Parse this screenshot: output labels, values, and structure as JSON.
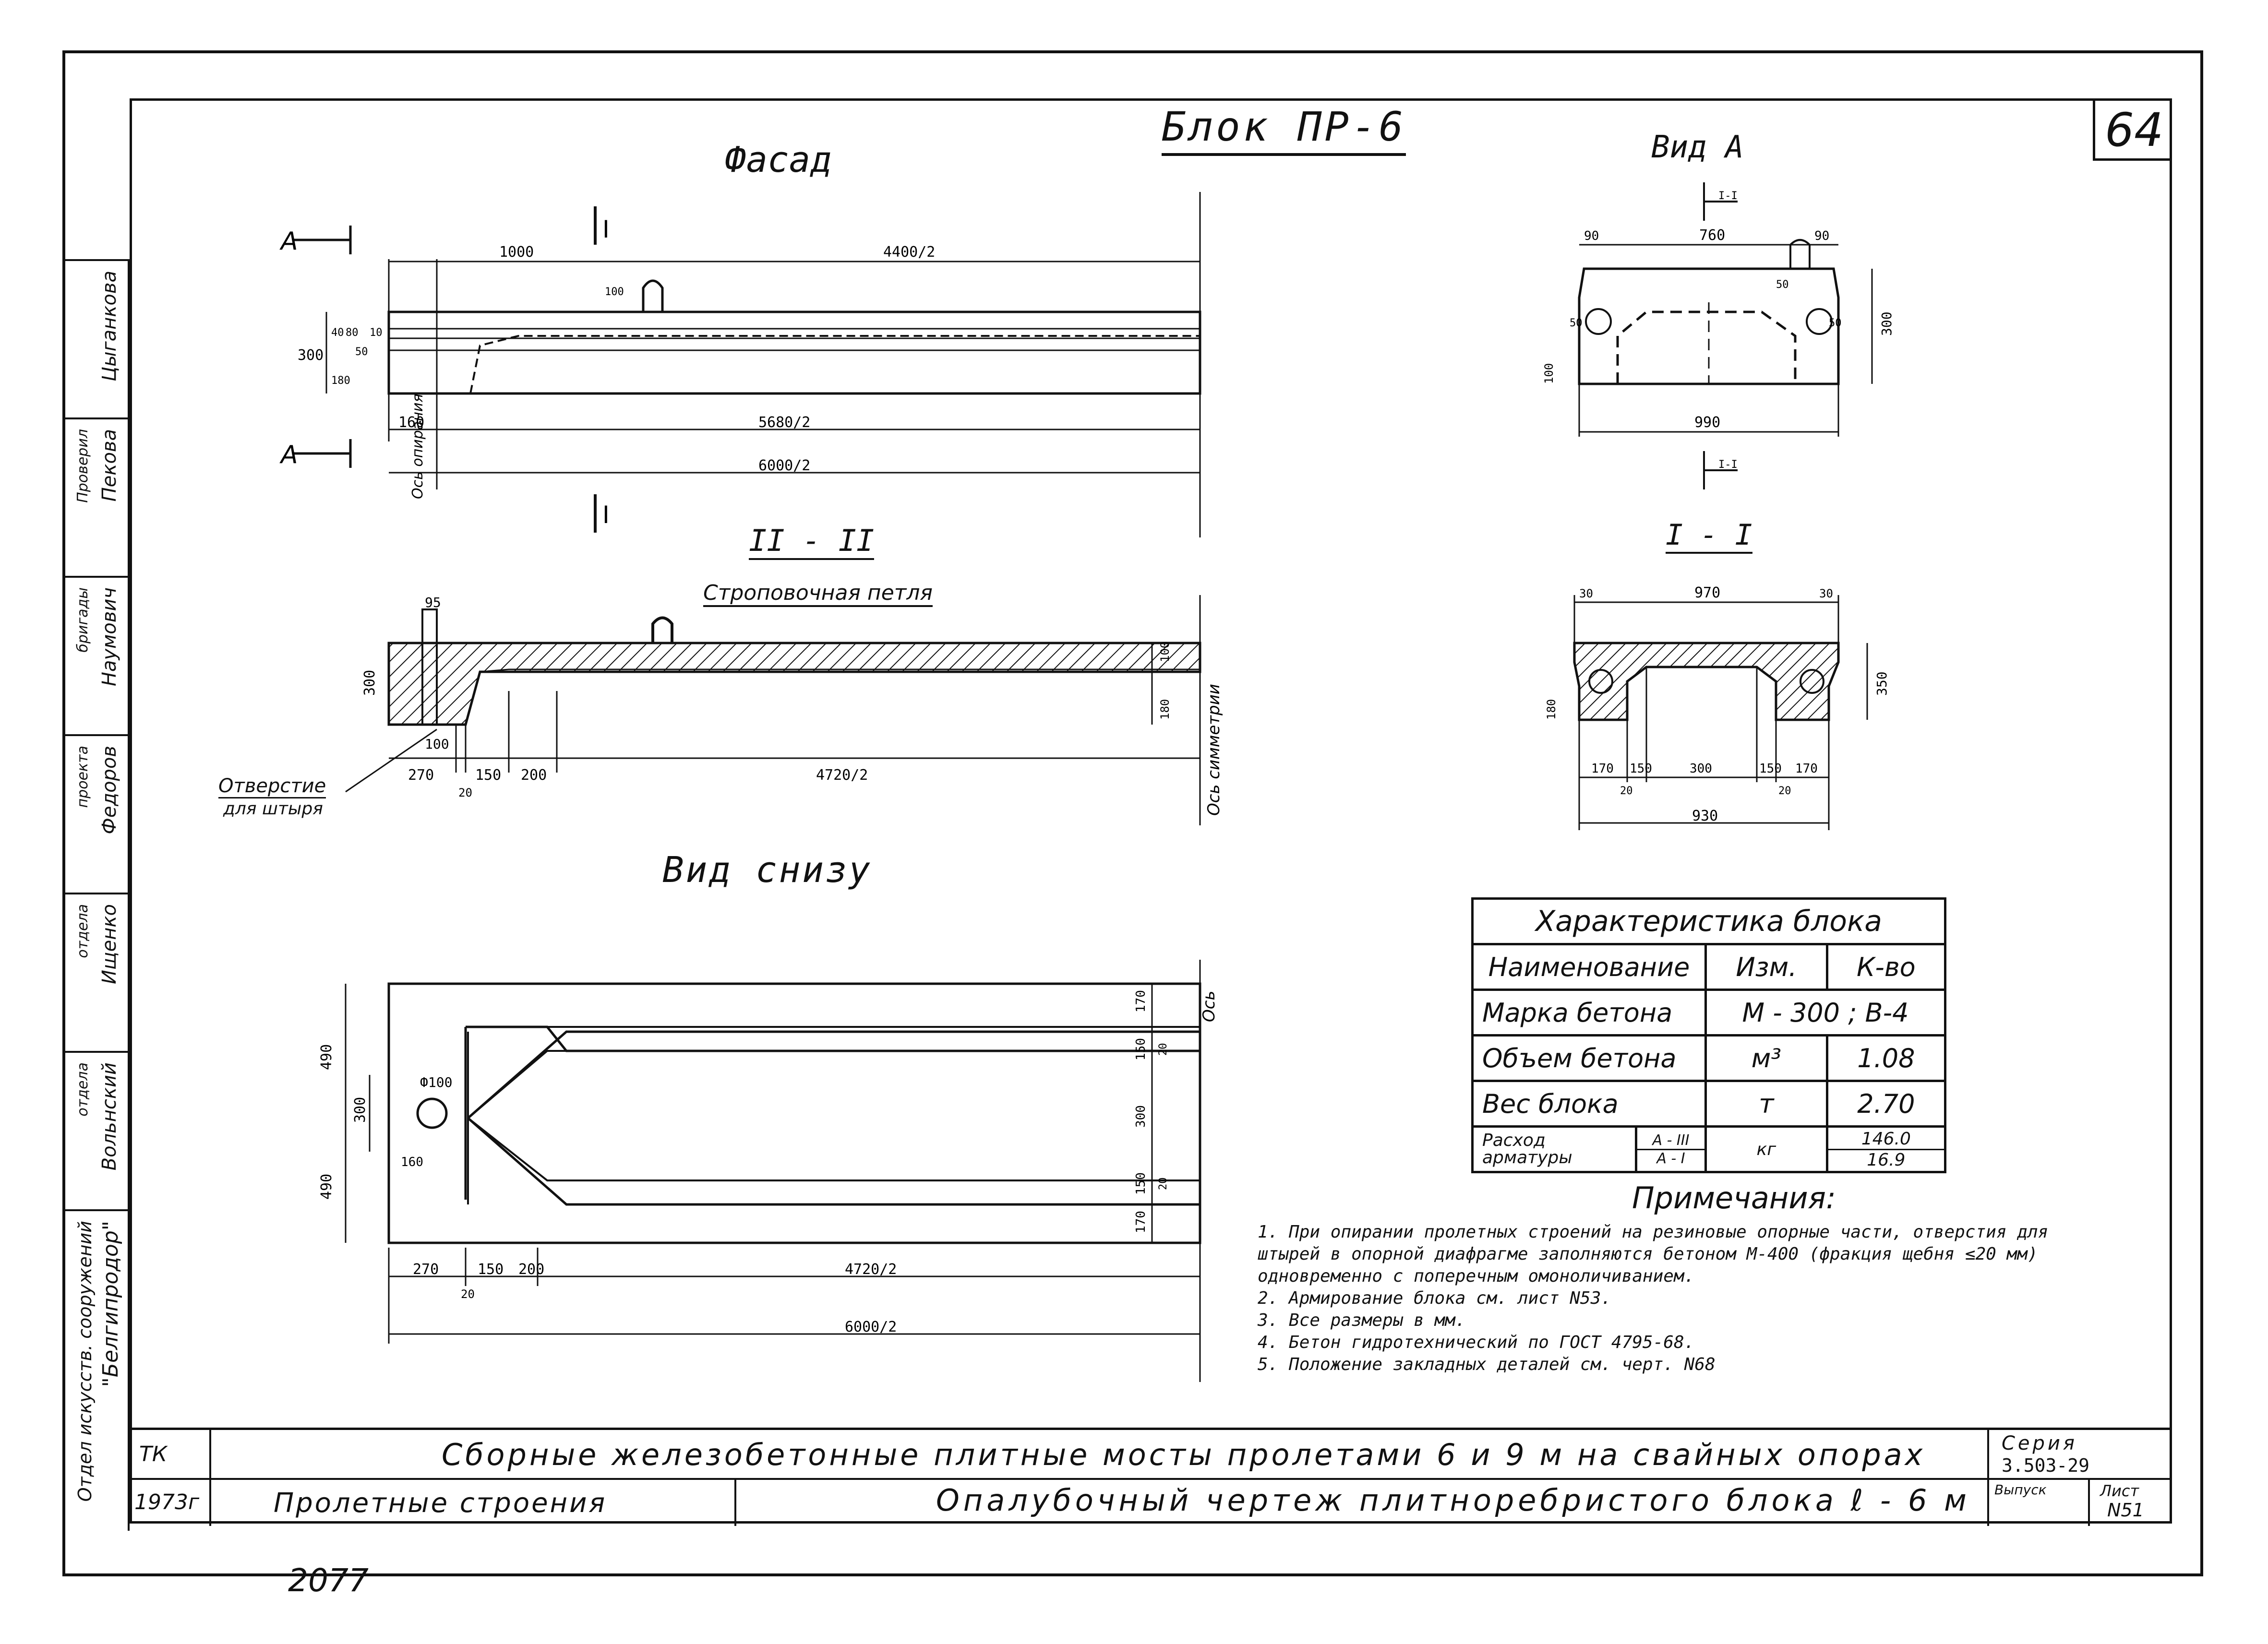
{
  "sheet": {
    "number": "64",
    "block_title": "Блок ПР-6",
    "footer_number": "2077"
  },
  "views": {
    "facade": {
      "title": "Фасад",
      "section_mark": "I",
      "view_mark": "А",
      "dims_top": [
        "1000",
        "4400/2"
      ],
      "dims_bottom": [
        "160",
        "5680/2",
        "6000/2"
      ],
      "dims_left": [
        "300",
        "40",
        "80",
        "10",
        "50",
        "180",
        "100"
      ],
      "axis_label": "Ось опирания"
    },
    "section_2": {
      "title": "II - II",
      "loop_label": "Строповочная петля",
      "hole_label_1": "Отверстие",
      "hole_label_2": "для штыря",
      "axis_label": "Ось симметрии",
      "dims": [
        "95",
        "300",
        "100",
        "270",
        "150",
        "200",
        "4720/2",
        "20",
        "100",
        "180"
      ]
    },
    "bottom": {
      "title": "Вид снизу",
      "dims_left": [
        "490",
        "300",
        "490"
      ],
      "hole": "Ф100",
      "dims_misc": [
        "160"
      ],
      "dims_right": [
        "170",
        "150",
        "300",
        "150",
        "170",
        "20",
        "20"
      ],
      "dims_bottom": [
        "270",
        "150",
        "200",
        "4720/2",
        "20",
        "6000/2"
      ],
      "axis_label": "Ось"
    },
    "view_a": {
      "title": "Вид А",
      "dims_top": [
        "90",
        "760",
        "90"
      ],
      "dims_side": [
        "300",
        "100",
        "50",
        "50",
        "50"
      ],
      "dim_bottom": "990",
      "mark": "I-I"
    },
    "section_1": {
      "title": "I - I",
      "dims_top": [
        "30",
        "970",
        "30"
      ],
      "dims_side": [
        "350",
        "180"
      ],
      "dims_bottom": [
        "170",
        "150",
        "300",
        "150",
        "170",
        "20",
        "20"
      ],
      "dim_total": "930"
    }
  },
  "characteristics": {
    "title": "Характеристика блока",
    "headers": [
      "Наименование",
      "Изм.",
      "К-во"
    ],
    "rows": [
      {
        "name": "Марка бетона",
        "unit": "М - 300 ; В-4",
        "value": ""
      },
      {
        "name": "Объем бетона",
        "unit": "м³",
        "value": "1.08"
      },
      {
        "name": "Вес блока",
        "unit": "т",
        "value": "2.70"
      }
    ],
    "rebar": {
      "name": "Расход арматуры",
      "sub": [
        "А - III",
        "А - I"
      ],
      "unit": "кг",
      "values": [
        "146.0",
        "16.9"
      ]
    }
  },
  "notes": {
    "title": "Примечания:",
    "items": [
      "1. При опирании пролетных строений на резиновые опорные части, отверстия для штырей в опорной диафрагме заполняются бетоном М-400 (фракция щебня ≤20 мм) одновременно с поперечным омоноличиванием.",
      "2. Армирование блока см. лист N53.",
      "3. Все размеры в мм.",
      "4. Бетон гидротехнический по ГОСТ 4795-68.",
      "5. Положение закладных деталей см. черт. N68"
    ]
  },
  "title_block": {
    "tk": "ТК",
    "year": "1973г",
    "main_title": "Сборные железобетонные плитные мосты пролетами 6 и 9 м на свайных опорах",
    "section": "Пролетные строения",
    "drawing_title": "Опалубочный чертеж плитноребристого блока ℓ - 6 м",
    "series_label": "Серия",
    "series": "3.503-29",
    "issue_label": "Выпуск",
    "sheet_label": "Лист",
    "sheet_no": "N51"
  },
  "stamp": {
    "org": "\"Белгипродор\"",
    "dept": "Отдел искусств. сооружений",
    "people": [
      "Цыганкова",
      "Пекова",
      "Наумович",
      "Федоров",
      "Ищенко",
      "Вольнский"
    ],
    "roles": [
      "",
      "Проверил",
      "бригады",
      "проекта",
      "отдела",
      "отдела"
    ]
  }
}
